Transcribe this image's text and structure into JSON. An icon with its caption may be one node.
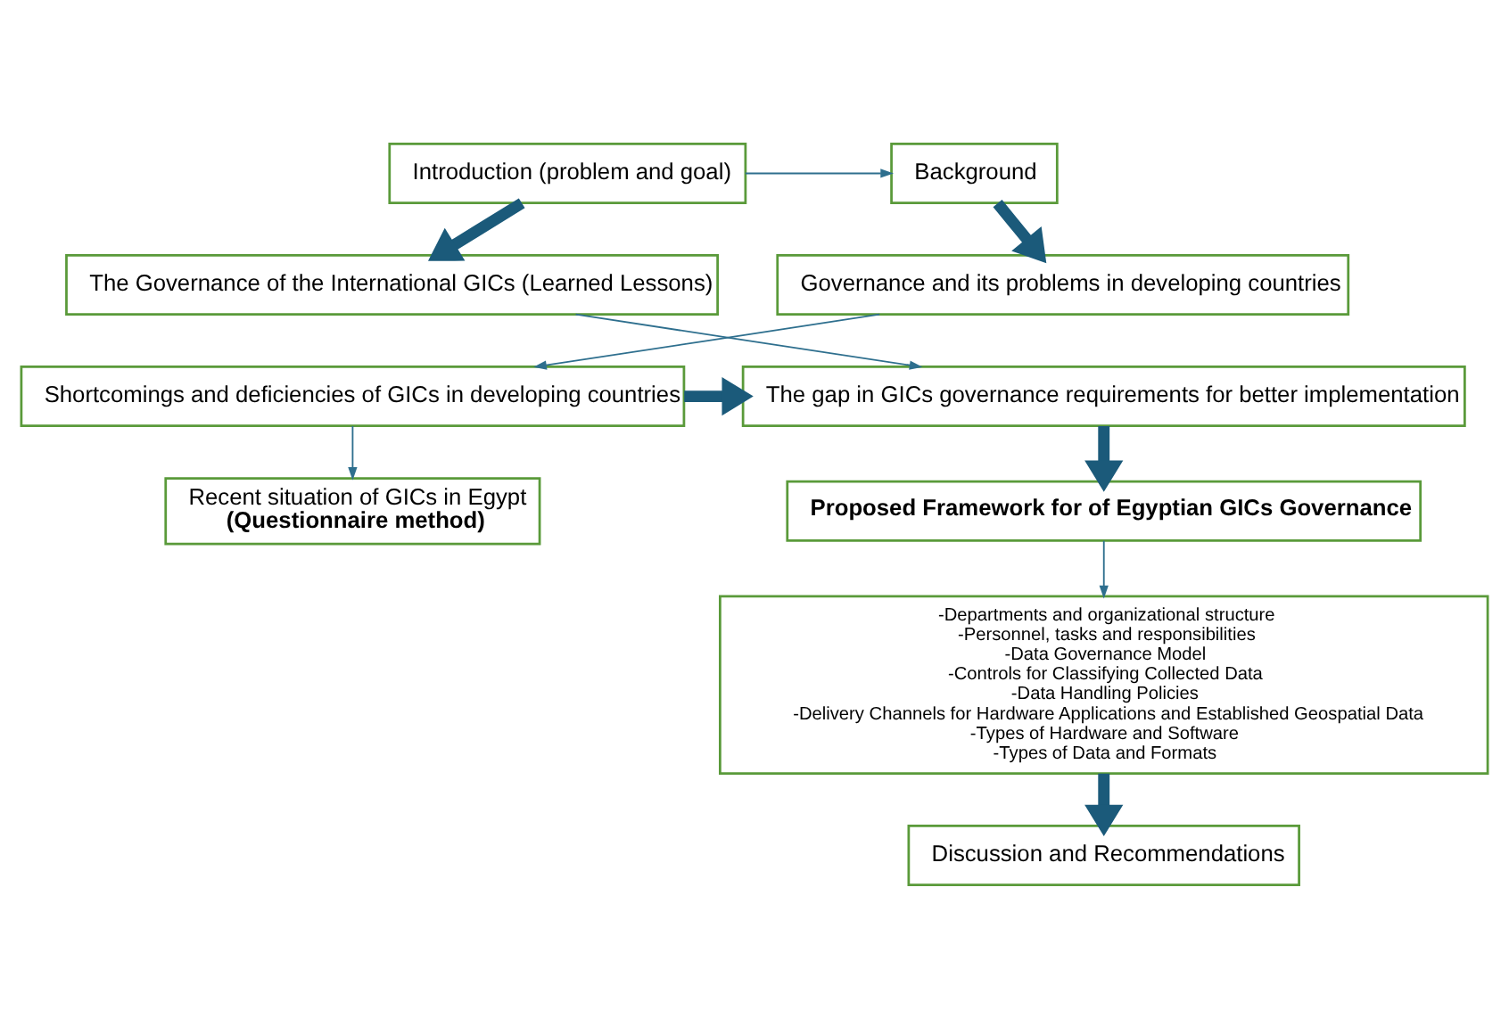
{
  "diagram": {
    "nodes": [
      {
        "text": [
          "Introduction (problem and goal)"
        ]
      },
      {
        "text": [
          "Background"
        ]
      },
      {
        "text": [
          "The Governance of the International GICs (Learned Lessons)"
        ]
      },
      {
        "text": [
          "Governance and its problems in developing countries"
        ]
      },
      {
        "text": [
          "The gap in GICs governance requirements for better implementation"
        ]
      },
      {
        "text": [
          "Shortcomings and deficiencies of GICs in developing countries"
        ]
      },
      {
        "text": [
          "Proposed Framework for of Egyptian GICs Governance"
        ]
      },
      {
        "text": [
          "Recent situation of GICs in Egypt",
          "**(Questionnaire method)**"
        ]
      },
      {
        "text": [
          "-Departments and organizational structure",
          "-Personnel, tasks and responsibilities",
          "-Data Governance Model",
          "-Controls for Classifying Collected Data",
          "-Data Handling Policies",
          "-Delivery Channels for Hardware Applications and Established Geospatial Data",
          "-Types of Hardware and Software",
          "-Types of Data and Formats"
        ]
      },
      {
        "text": [
          "Discussion and Recommendations"
        ]
      }
    ],
    "edges": [
      {
        "from": 0,
        "to": 1,
        "arrow": "to"
      },
      {
        "from": 0,
        "to": 2,
        "arrow": "to",
        "style": "thick",
        "color": "#1b5a7a"
      },
      {
        "from": 1,
        "to": 3,
        "arrow": "to",
        "style": "thick",
        "color": "#1b5a7a"
      },
      {
        "from": 2,
        "to": 4,
        "arrow": "to"
      },
      {
        "from": 3,
        "to": 5,
        "arrow": "to"
      },
      {
        "from": 5,
        "to": 7,
        "arrow": "to"
      },
      {
        "from": 5,
        "to": 4,
        "arrow": "to",
        "style": "thick",
        "color": "#1b5a7a"
      },
      {
        "from": 4,
        "to": 6,
        "arrow": "to",
        "style": "thick",
        "color": "#1b5a7a"
      },
      {
        "from": 6,
        "to": 8,
        "arrow": "to"
      },
      {
        "from": 8,
        "to": 9,
        "arrow": "to",
        "style": "thick",
        "color": "#1b5a7a"
      }
    ]
  }
}
